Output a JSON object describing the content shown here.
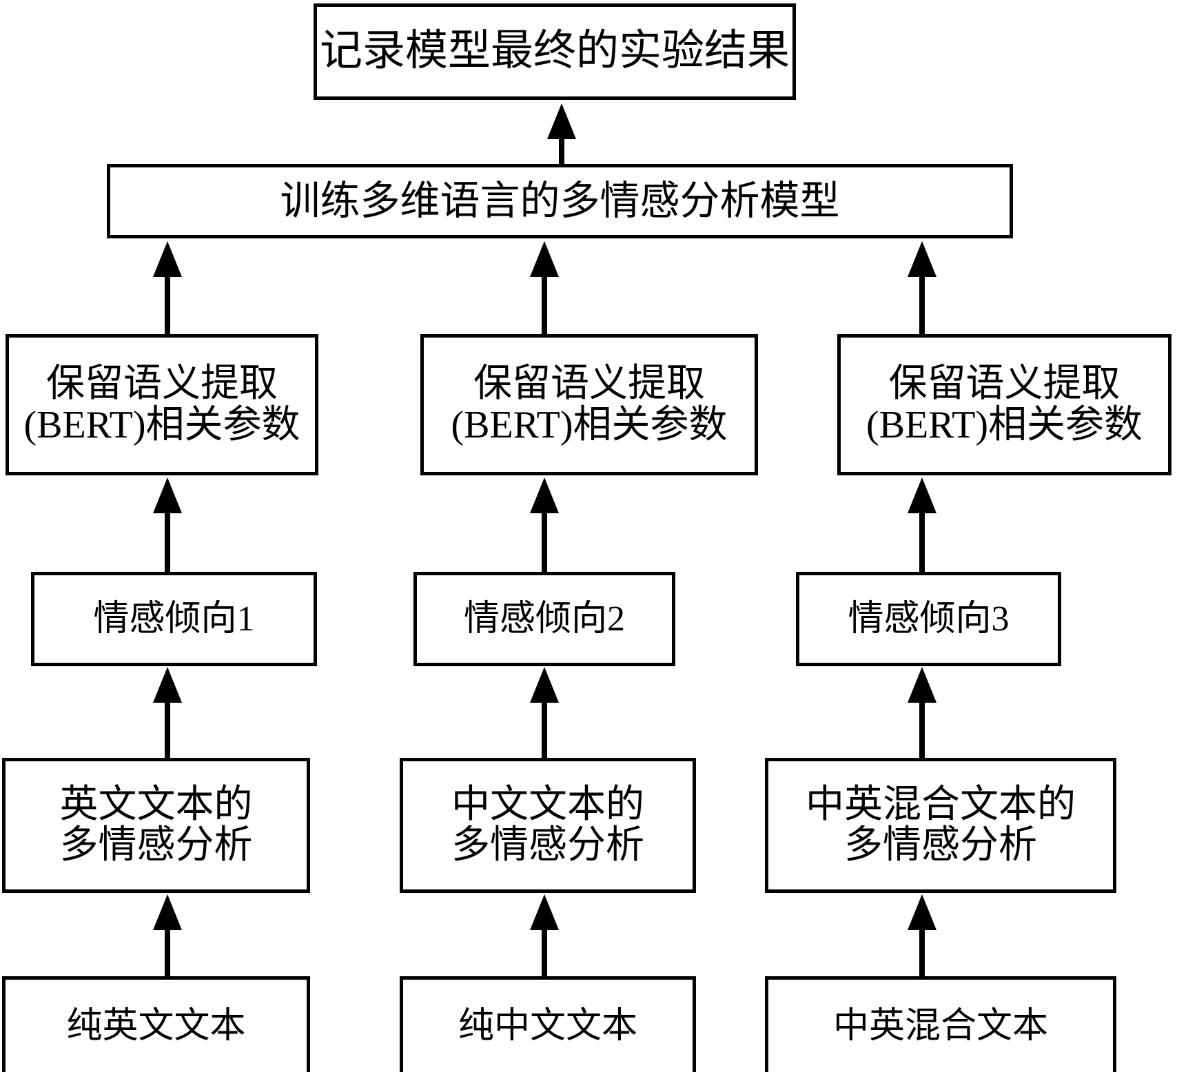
{
  "diagram": {
    "title_text": "记录模型最终的实验结果",
    "nodes": {
      "final_result": "记录模型最终的实验结果",
      "train_model": "训练多维语言的多情感分析模型",
      "bert_1": "保留语义提取\n(BERT)相关参数",
      "bert_2": "保留语义提取\n(BERT)相关参数",
      "bert_3": "保留语义提取\n(BERT)相关参数",
      "polarity_1": "情感倾向1",
      "polarity_2": "情感倾向2",
      "polarity_3": "情感倾向3",
      "analysis_1": "英文文本的\n多情感分析",
      "analysis_2": "中文文本的\n多情感分析",
      "analysis_3": "中英混合文本的\n多情感分析",
      "source_1": "纯英文文本",
      "source_2": "纯中文文本",
      "source_3": "中英混合文本"
    },
    "colors": {
      "stroke": "#000000",
      "fill": "#ffffff",
      "text": "#000000"
    }
  }
}
